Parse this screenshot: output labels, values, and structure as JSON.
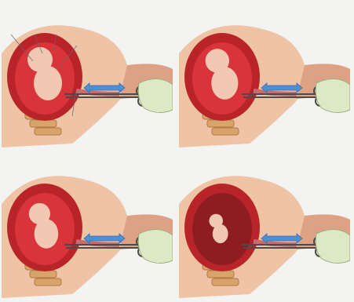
{
  "figure": {
    "panels": [
      {
        "id": "panel-1",
        "step": 1,
        "leader_lines": true
      },
      {
        "id": "panel-2",
        "step": 2,
        "leader_lines": false
      },
      {
        "id": "panel-3",
        "step": 3,
        "leader_lines": false
      },
      {
        "id": "panel-4",
        "step": 4,
        "leader_lines": false
      }
    ],
    "colors": {
      "background": "#f3f3f1",
      "skin": "#efc3a6",
      "skin_shadow": "#dda283",
      "uterus_wall": "#b8242a",
      "uterus_inner": "#d9343a",
      "fetus": "#f1c9b3",
      "spine": "#d9a46a",
      "instrument": "#4b4b4b",
      "arrow": "#4f8fd3",
      "glove": "#dce9c4"
    }
  }
}
